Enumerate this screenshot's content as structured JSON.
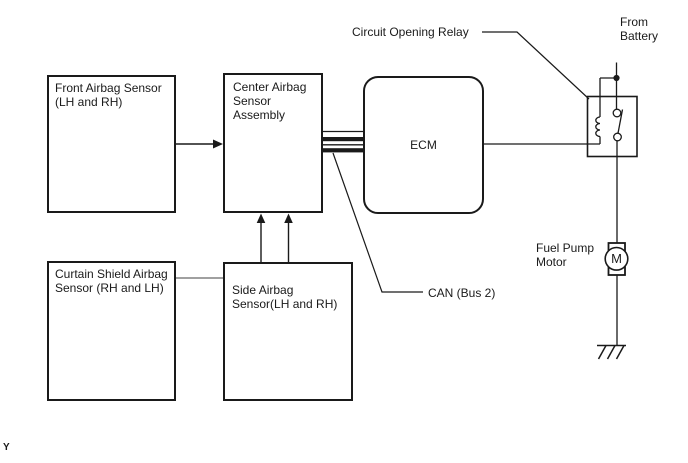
{
  "diagram": {
    "boxes": {
      "front_airbag_sensor": "Front Airbag Sensor\n(LH and RH)",
      "center_airbag_sensor": "Center Airbag\nSensor\nAssembly",
      "ecm": "ECM",
      "curtain_shield_airbag_sensor": "Curtain Shield Airbag\nSensor (RH and LH)",
      "side_airbag_sensor": "Side Airbag\nSensor(LH and RH)"
    },
    "labels": {
      "circuit_opening_relay": "Circuit Opening Relay",
      "from_battery": "From\nBattery",
      "fuel_pump_motor": "Fuel Pump\nMotor",
      "can_bus": "CAN (Bus 2)",
      "motor_symbol": "M",
      "footer_mark": "Y"
    },
    "colors": {
      "line": "#1a1a1a",
      "secondary_line": "#808080",
      "background": "#ffffff"
    }
  }
}
